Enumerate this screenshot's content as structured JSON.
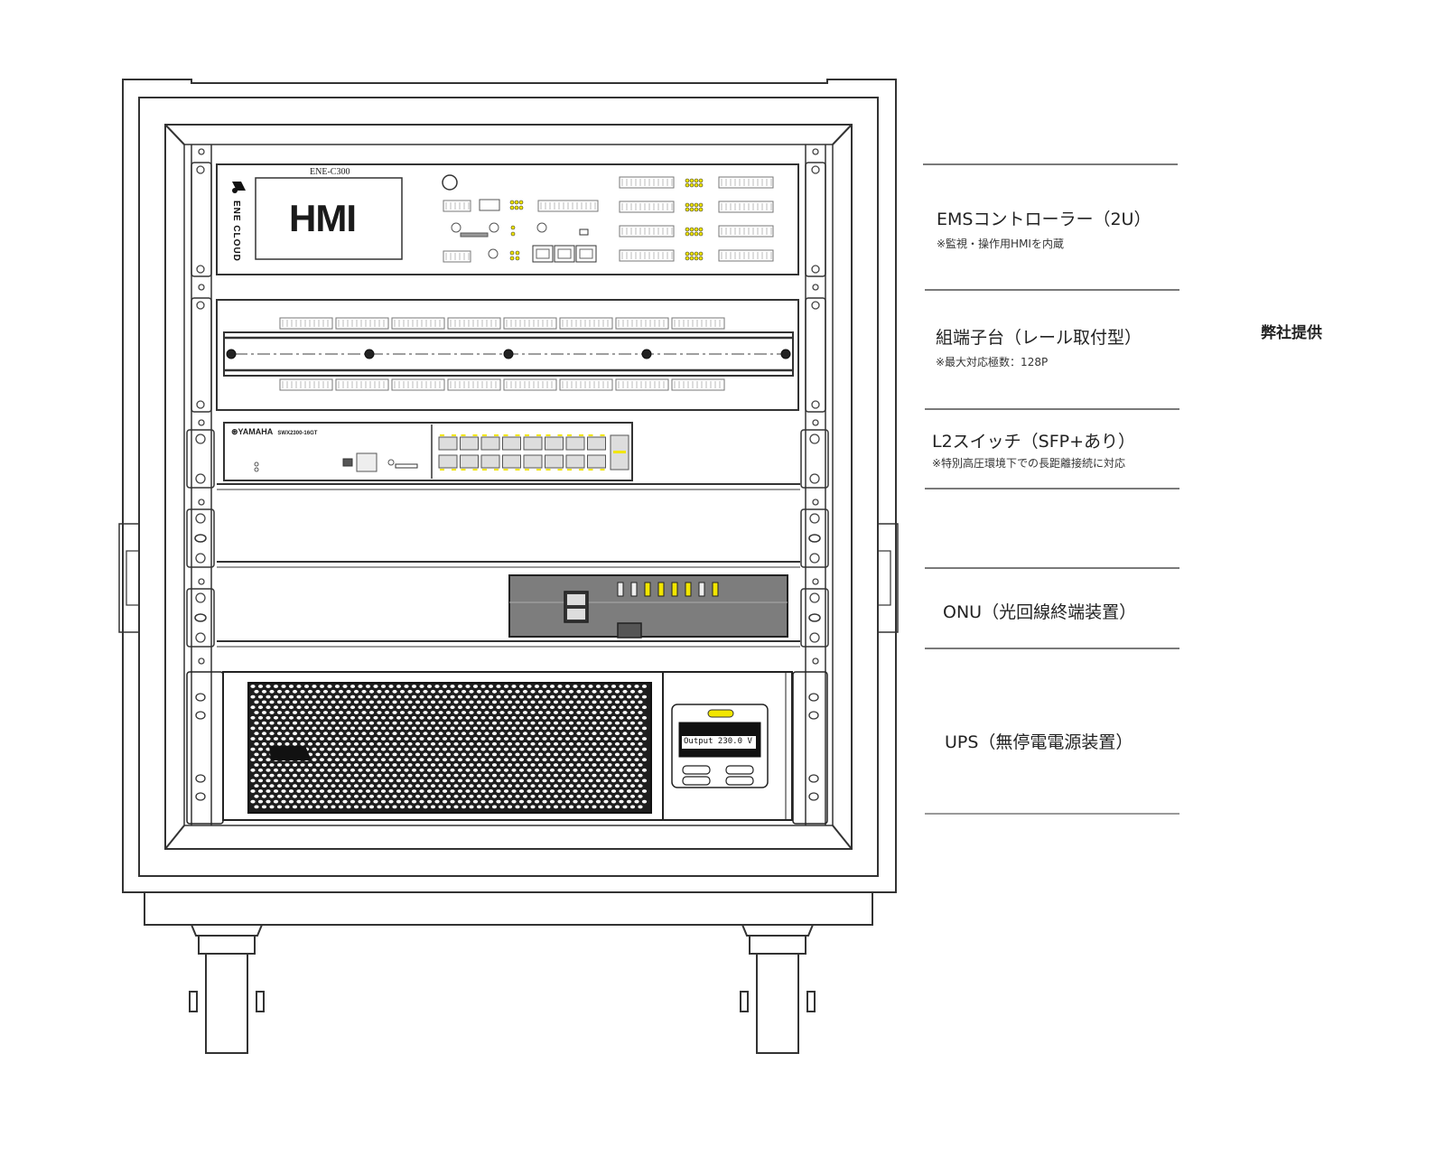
{
  "rack": {
    "title": "Rack equipment front view",
    "devices": [
      {
        "id": "ems",
        "brand": "ENE CLOUD",
        "model": "ENE-C300",
        "screen_text": "HMI"
      },
      {
        "id": "terminal-block"
      },
      {
        "id": "l2-switch",
        "brand": "YAMAHA",
        "model": "SWX2300-16GT"
      },
      {
        "id": "blank-panel"
      },
      {
        "id": "onu"
      },
      {
        "id": "ups",
        "display_value": "Output 230.0 V"
      }
    ],
    "colors": {
      "led_yellow": "#f2e600",
      "line": "#333333",
      "onu_panel": "#7d7d7d"
    }
  },
  "callouts": [
    {
      "title": "EMSコントローラー（2U）",
      "note": "※監視・操作用HMIを内蔵"
    },
    {
      "title": "組端子台（レール取付型）",
      "note": "※最大対応極数：128P"
    },
    {
      "title": "L2スイッチ（SFP+あり）",
      "note": "※特別高圧環境下での長距離接続に対応"
    },
    {
      "title": "",
      "note": ""
    },
    {
      "title": "ONU（光回線終端装置）",
      "note": ""
    },
    {
      "title": "UPS（無停電電源装置）",
      "note": ""
    }
  ],
  "group": {
    "label": "弊社提供"
  }
}
